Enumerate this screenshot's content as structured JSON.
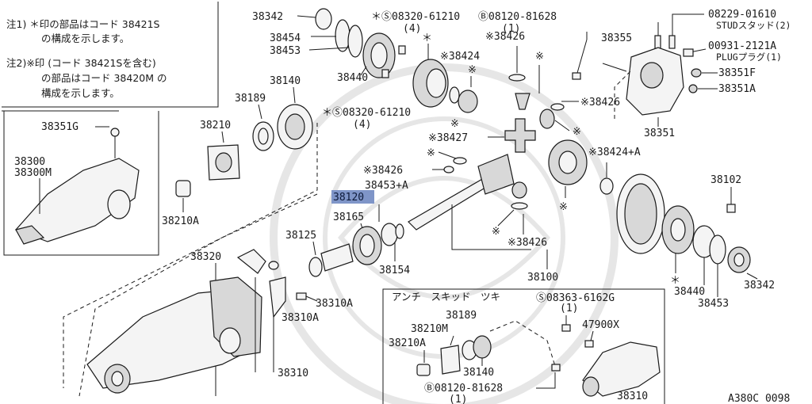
{
  "notes": {
    "note1_line1": "注1) ＊印の部品はコード 38421S",
    "note1_line2": "の構成を示します。",
    "note2_line1": "注2)※印 (コード 38421Sを含む)",
    "note2_line2": "の部品はコード 38420M の",
    "note2_line3": "構成を示します。"
  },
  "labels": {
    "p38342_top": "38342",
    "p38454": "38454",
    "p38453_top": "38453",
    "p38440_top": "38440",
    "s08320_top": "＊Ⓢ08320-61210",
    "s08320_top_qty": "(4)",
    "b08120_top": "Ⓑ08120-81628",
    "b08120_top_qty": "(1)",
    "p08229": "08229-01610",
    "p08229_sub": "STUDスタッド(2)",
    "p00931": "00931-2121A",
    "p00931_sub": "PLUGプラグ(1)",
    "p38426_a": "※38426",
    "p38424_a": "※38424",
    "p38355": "38355",
    "p38351F": "38351F",
    "p38351A": "38351A",
    "p38351": "38351",
    "p38140": "38140",
    "p38189": "38189",
    "s08320_mid": "＊Ⓢ08320-61210",
    "s08320_mid_qty": "(4)",
    "p38426_b": "※38426",
    "p38351G": "38351G",
    "p38210": "38210",
    "p38427": "※38427",
    "p38424A": "※38424+A",
    "p38300": "38300",
    "p38300M": "38300M",
    "p38426_c": "※38426",
    "p38453A": "38453+A",
    "p38120": "38120",
    "p38102": "38102",
    "p38165": "38165",
    "p38210A": "38210A",
    "p38125": "38125",
    "p38426_d": "※38426",
    "p38154": "38154",
    "p38320": "38320",
    "p38100": "38100",
    "p38310A_1": "38310A",
    "p38310A_2": "38310A",
    "p38440_bot": "38440",
    "p38342_bot": "38342",
    "p38453_bot": "38453",
    "p38310": "38310",
    "star": "＊"
  },
  "inset": {
    "title": "アンチ　スキッド　ツキ",
    "s08363": "Ⓢ08363-6162G",
    "s08363_qty": "(1)",
    "p38189": "38189",
    "p38210M": "38210M",
    "p47900X": "47900X",
    "p38210A": "38210A",
    "p38140": "38140",
    "b08120": "Ⓑ08120-81628",
    "b08120_qty": "(1)",
    "p38310": "38310"
  },
  "footer": {
    "code": "A380C 0098"
  },
  "colors": {
    "highlight": "#7f95c8",
    "ink": "#1a1a1a"
  }
}
